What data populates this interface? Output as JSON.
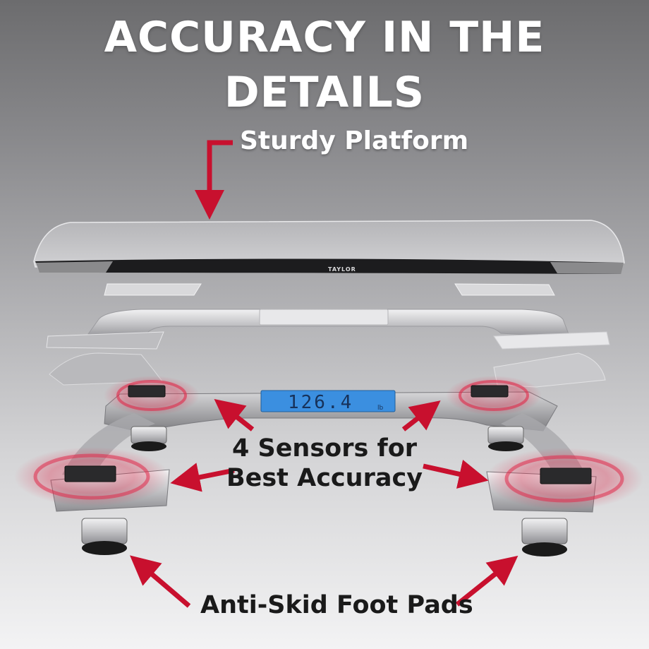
{
  "headline": "ACCURACY IN THE DETAILS",
  "callouts": {
    "platform": "Sturdy Platform",
    "sensors_line1": "4 Sensors for",
    "sensors_line2": "Best Accuracy",
    "feet": "Anti-Skid Foot Pads"
  },
  "product": {
    "brand": "TAYLOR",
    "display_reading": "126.4",
    "display_unit": "lb"
  },
  "colors": {
    "arrow": "#c8102e",
    "sensor_glow": "#e0294a",
    "display": "#3b8fe0"
  },
  "icons": [
    "red-arrow-icon",
    "sensor-ring-icon"
  ]
}
